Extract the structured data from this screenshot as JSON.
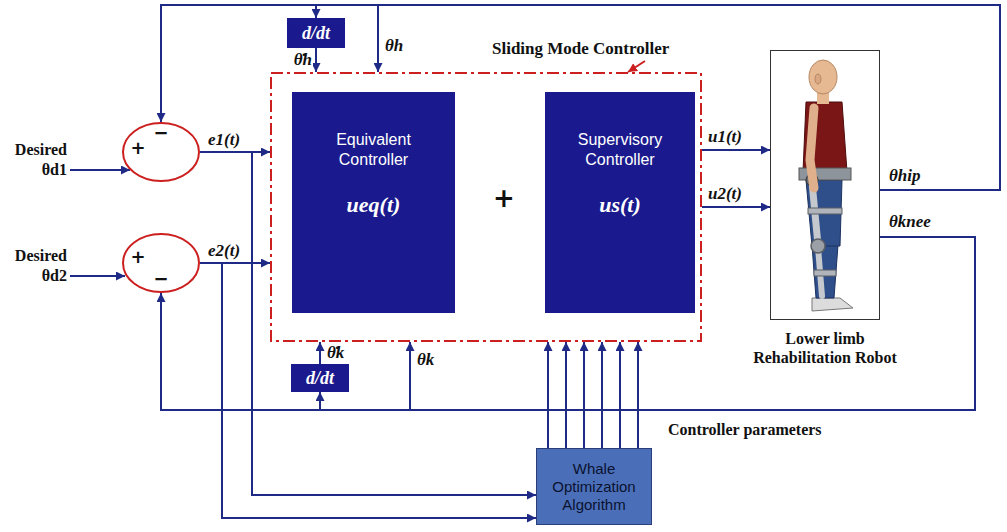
{
  "diagram": {
    "nodes": [
      {
        "text": [
          "−",
          "+"
        ]
      },
      {
        "text": [
          "+",
          "−"
        ]
      },
      {
        "text": [
          "d/dt"
        ]
      },
      {
        "text": [
          "Sliding Mode Controller"
        ]
      },
      {
        "text": [
          "Equivalent Controller",
          "ueq(t)"
        ],
        "in": 3
      },
      {
        "text": [
          "Supervisory Controller",
          "us(t)"
        ],
        "in": 3
      },
      {
        "text": [
          "d/dt"
        ]
      },
      {
        "text": [
          "Lower limb Rehabilitation Robot"
        ]
      },
      {
        "text": [
          "Whale Optimization Algorithm"
        ]
      }
    ],
    "edges": [
      {
        "from": 0,
        "to": 3,
        "arrow": "to",
        "label": "e1(t)"
      },
      {
        "from": 1,
        "to": 3,
        "arrow": "to",
        "label": "e2(t)"
      },
      {
        "from": 3,
        "to": 7,
        "arrow": "to",
        "label": "u1(t)"
      },
      {
        "from": 3,
        "to": 7,
        "arrow": "to",
        "label": "u2(t)"
      },
      {
        "from": 7,
        "to": 0,
        "arrow": "to",
        "label": "θhip"
      },
      {
        "from": 7,
        "to": 2,
        "arrow": "to"
      },
      {
        "from": 2,
        "to": 3,
        "arrow": "to",
        "label": "θ̇h"
      },
      {
        "from": 7,
        "to": 3,
        "arrow": "to",
        "label": "θh"
      },
      {
        "from": 7,
        "to": 1,
        "arrow": "to",
        "label": "θknee"
      },
      {
        "from": 7,
        "to": 6,
        "arrow": "to"
      },
      {
        "from": 6,
        "to": 3,
        "arrow": "to",
        "label": "θ̇k"
      },
      {
        "from": 7,
        "to": 3,
        "arrow": "to",
        "label": "θk"
      },
      {
        "from": 0,
        "to": 8,
        "arrow": "to"
      },
      {
        "from": 1,
        "to": 8,
        "arrow": "to"
      },
      {
        "from": 8,
        "to": 3,
        "arrow": "to"
      },
      {
        "from": 8,
        "to": 3,
        "arrow": "to"
      },
      {
        "from": 8,
        "to": 3,
        "arrow": "to"
      },
      {
        "from": 8,
        "to": 3,
        "arrow": "to"
      },
      {
        "from": 8,
        "to": 3,
        "arrow": "to"
      },
      {
        "from": 8,
        "to": 3,
        "arrow": "to"
      }
    ],
    "labels": [
      "Desired θd1",
      "Desired θd2",
      "+",
      "Controller parameters"
    ]
  }
}
